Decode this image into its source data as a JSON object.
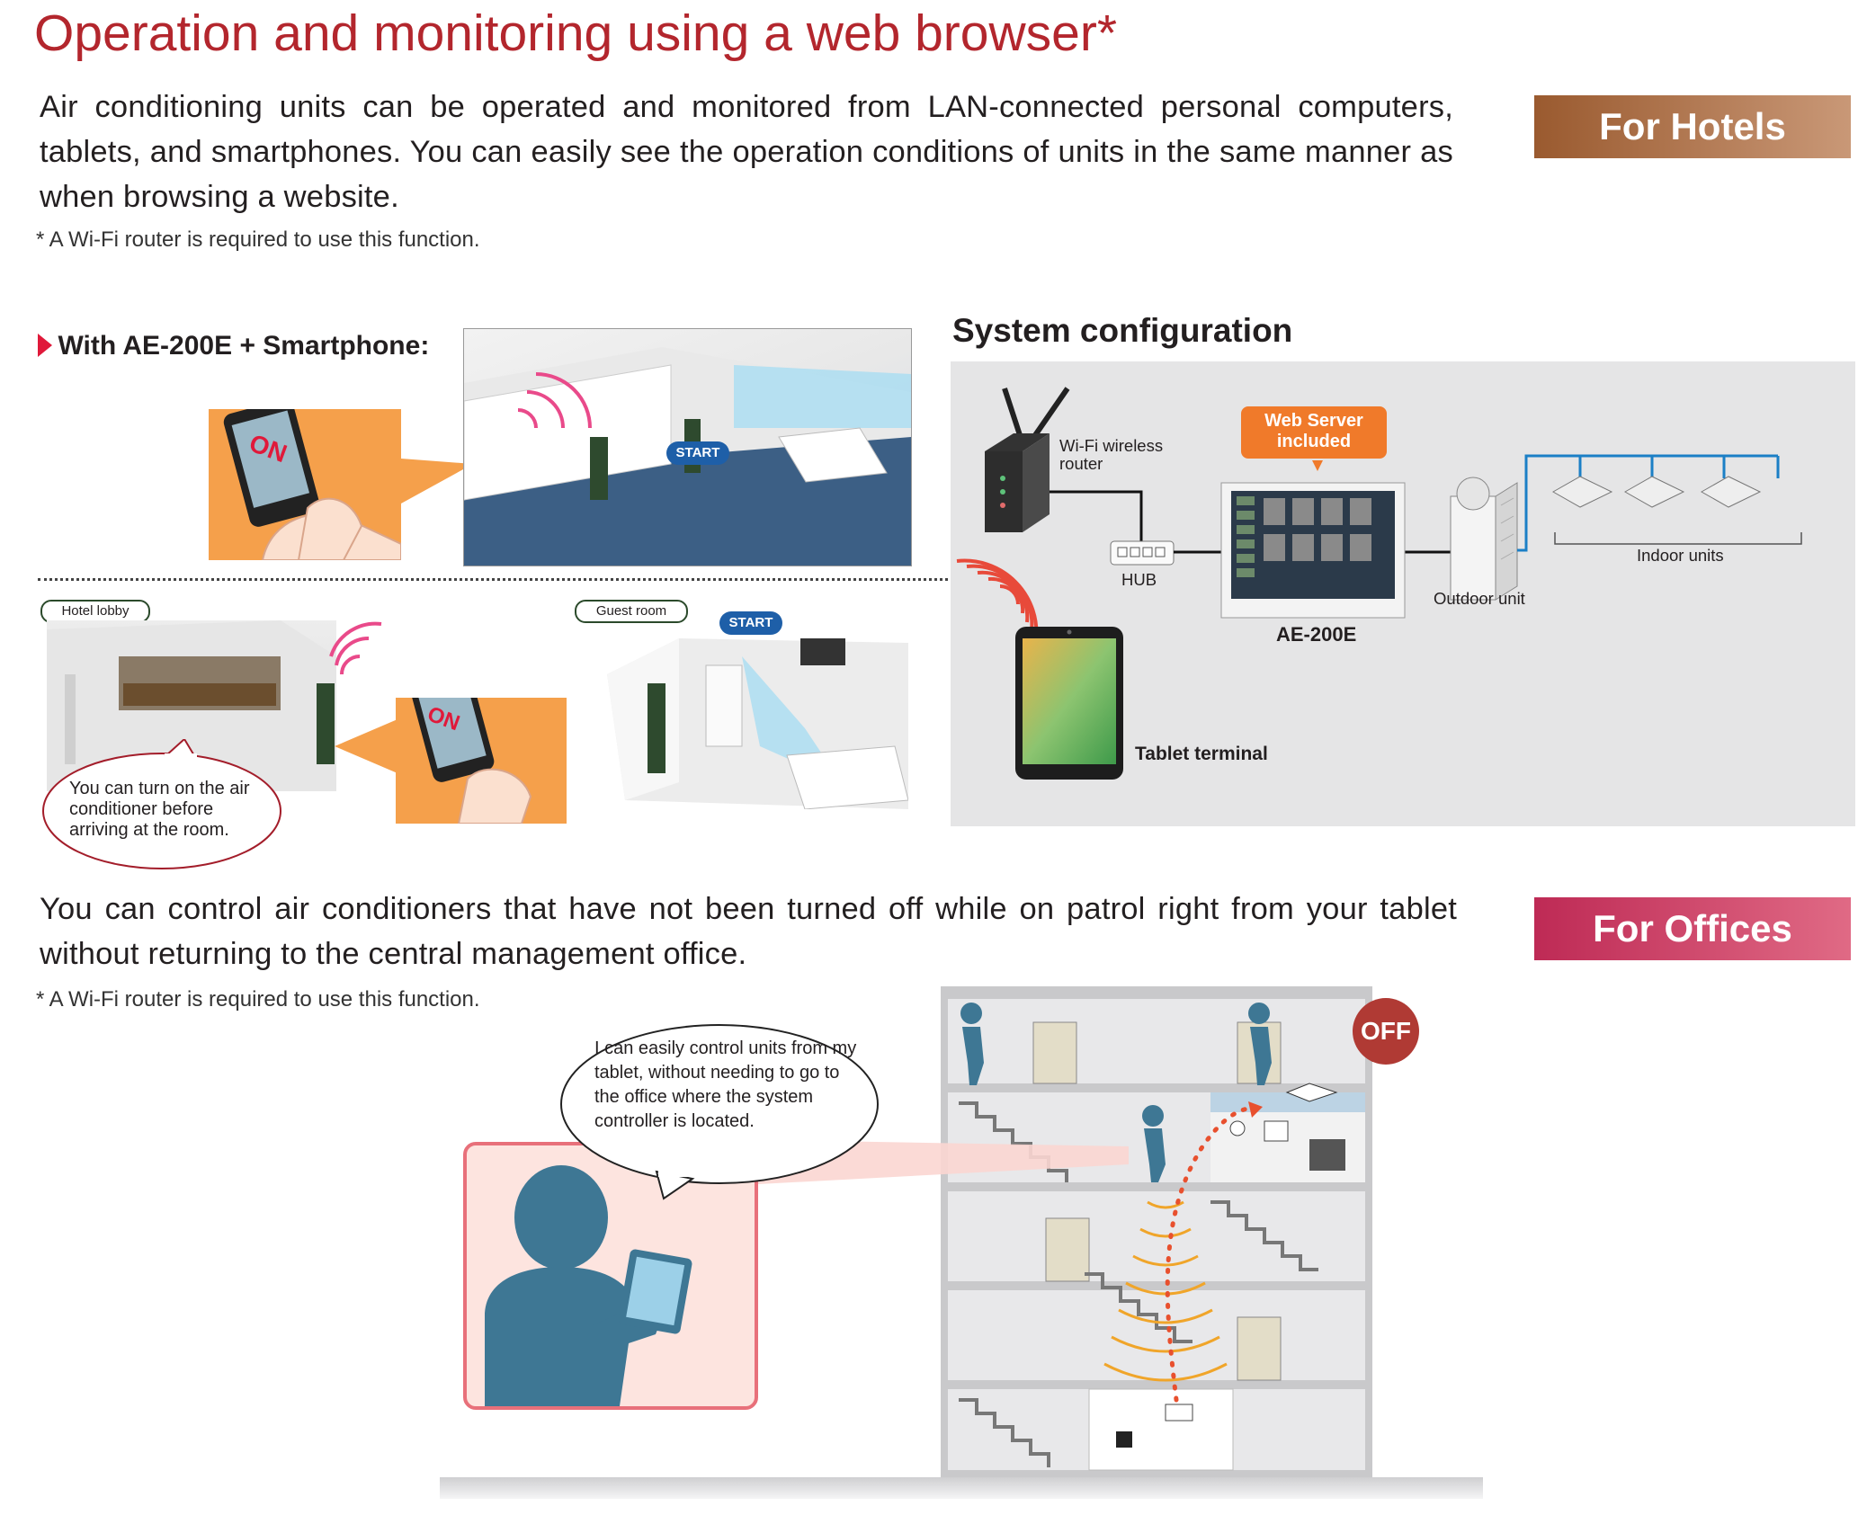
{
  "title": "Operation and monitoring using a web browser*",
  "hotels": {
    "badge": "For Hotels",
    "badge_color": "#a0623a",
    "body": "Air conditioning units can be operated and monitored from LAN-connected personal computers, tablets, and smartphones. You can easily see the operation conditions of units in the same manner as when browsing a website.",
    "note": "* A Wi-Fi router is required to use this function.",
    "subheading": "With AE-200E + Smartphone:",
    "phone_text": "ON",
    "start_label": "START",
    "hotel_lobby": "Hotel lobby",
    "guest_room": "Guest room",
    "lobby_bubble": "You can turn on the air conditioner before arriving at the room."
  },
  "system": {
    "heading": "System configuration",
    "router": "Wi-Fi wireless router",
    "hub": "HUB",
    "web_server": "Web Server included",
    "controller": "AE-200E",
    "outdoor": "Outdoor unit",
    "indoor": "Indoor units",
    "tablet": "Tablet terminal"
  },
  "offices": {
    "badge": "For Offices",
    "badge_color": "#c4305c",
    "body": "You can control air conditioners that have not been turned off while on patrol right from your tablet without returning to the central management office.",
    "note": "* A Wi-Fi router is required to use this function.",
    "speech": "I can easily control units from my tablet, without needing to go to the office where the system controller is located.",
    "off_label": "OFF"
  }
}
